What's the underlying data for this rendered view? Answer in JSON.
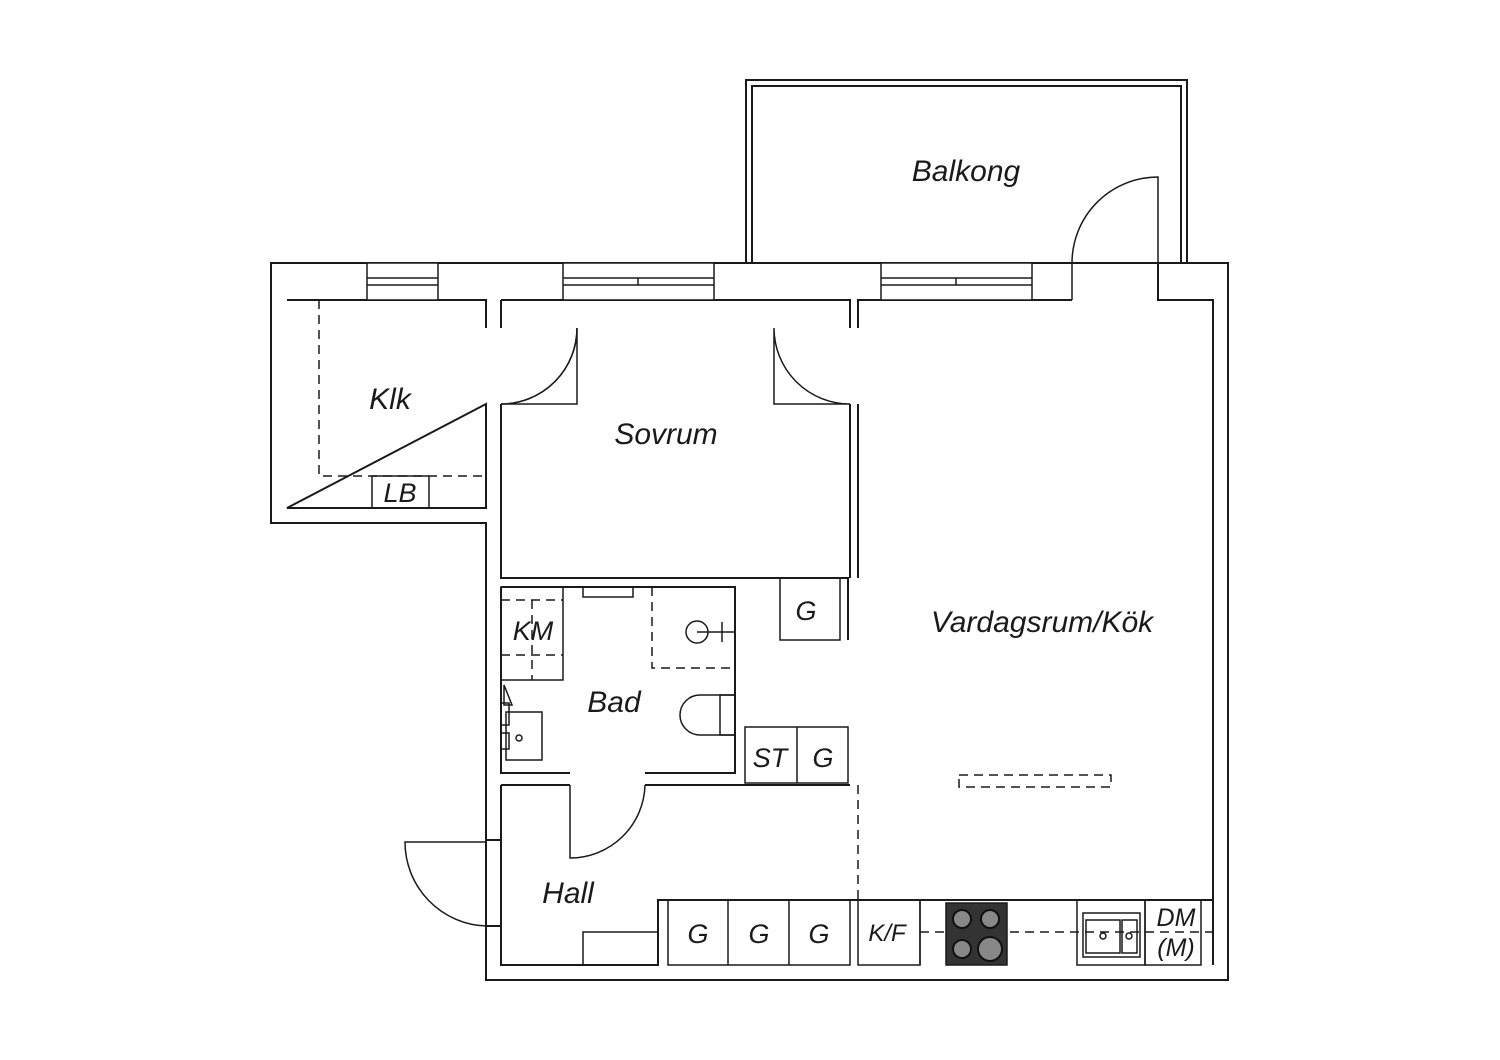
{
  "rooms": {
    "balkong": "Balkong",
    "klk": "Klk",
    "sovrum": "Sovrum",
    "vardagsrum": "Vardagsrum/Kök",
    "bad": "Bad",
    "hall": "Hall"
  },
  "fixtures": {
    "lb": "LB",
    "km": "KM",
    "g": "G",
    "st": "ST",
    "kf": "K/F",
    "dm_line1": "DM",
    "dm_line2": "(M)"
  },
  "colors": {
    "line": "#1a1a1a",
    "background": "#ffffff",
    "stove": "#333333"
  }
}
